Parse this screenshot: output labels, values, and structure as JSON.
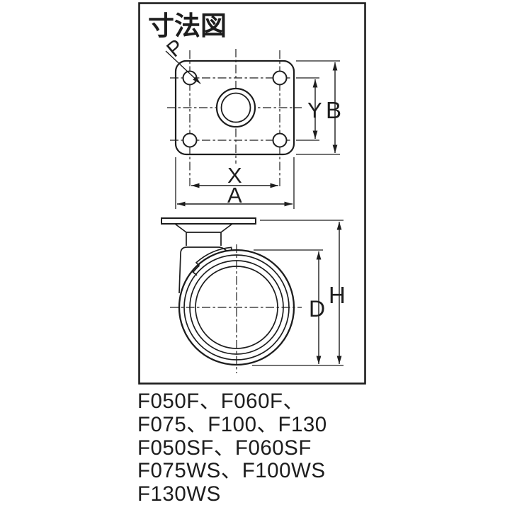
{
  "diagram": {
    "title": "寸法図",
    "labels": {
      "P": "P",
      "X": "X",
      "A": "A",
      "Y": "Y",
      "B": "B",
      "D": "D",
      "H": "H"
    },
    "models": [
      "F050F、F060F、",
      "F075、F100、F130",
      "F050SF、F060SF",
      "F075WS、F100WS",
      "F130WS"
    ],
    "colors": {
      "line": "#1d1d1d",
      "background": "#ffffff"
    }
  }
}
